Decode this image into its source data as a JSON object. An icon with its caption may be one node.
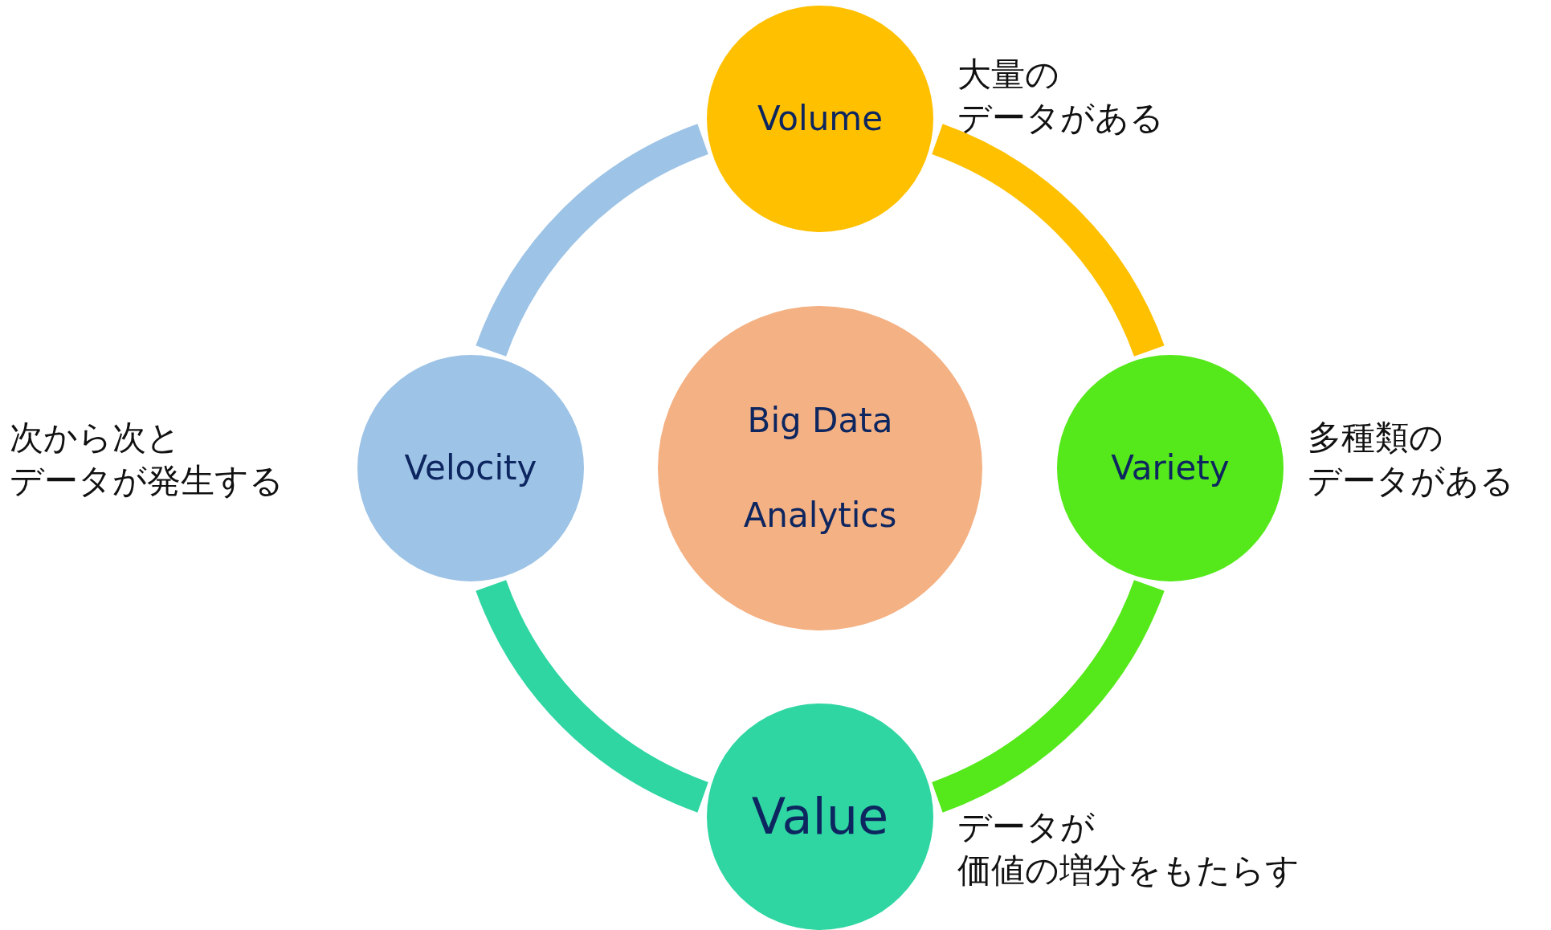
{
  "diagram": {
    "nodes": [
      {
        "text": [
          "Volume"
        ],
        "beside": [
          "大量の",
          "データがある"
        ]
      },
      {
        "text": [
          "Velocity"
        ],
        "beside": [
          "次から次と",
          "データが発生する"
        ]
      },
      {
        "text": [
          "Big Data Analytics"
        ]
      },
      {
        "text": [
          "Variety"
        ],
        "beside": [
          "多種類の",
          "データがある"
        ]
      },
      {
        "text": [
          "Value"
        ],
        "beside": [
          "データが",
          "価値の増分をもたらす"
        ]
      }
    ],
    "edges": [
      {
        "from": 0,
        "to": 3,
        "arrow": "none",
        "color": "#ffc000"
      },
      {
        "from": 3,
        "to": 4,
        "arrow": "none",
        "color": "#55e81a"
      },
      {
        "from": 4,
        "to": 1,
        "arrow": "none",
        "color": "#2fd6a2"
      },
      {
        "from": 1,
        "to": 0,
        "arrow": "none",
        "color": "#9dc3e6"
      }
    ]
  }
}
